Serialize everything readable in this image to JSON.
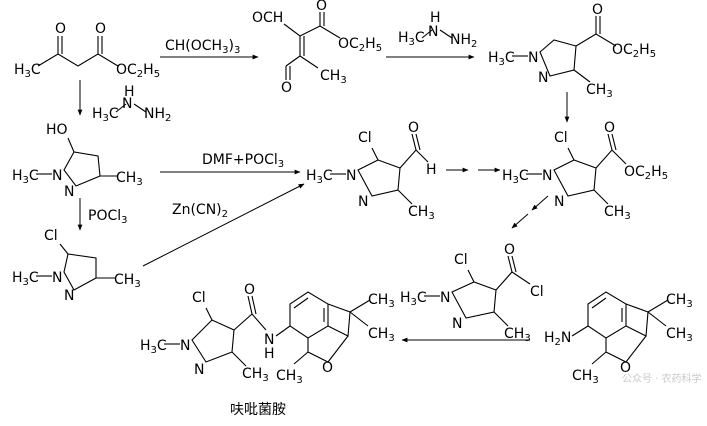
{
  "reagents": {
    "orthoformate": "CH(OCH3)3",
    "methylhydrazine_top": "H3C–NH–NH2",
    "methylhydrazine_left": "H3C–NH–NH2",
    "vilsmeier": "DMF+POCl3",
    "cyanide": "Zn(CN)2",
    "pocl3": "POCl3"
  },
  "product_name": "呋吡菌胺",
  "watermark": "公众号 · 农药科学"
}
